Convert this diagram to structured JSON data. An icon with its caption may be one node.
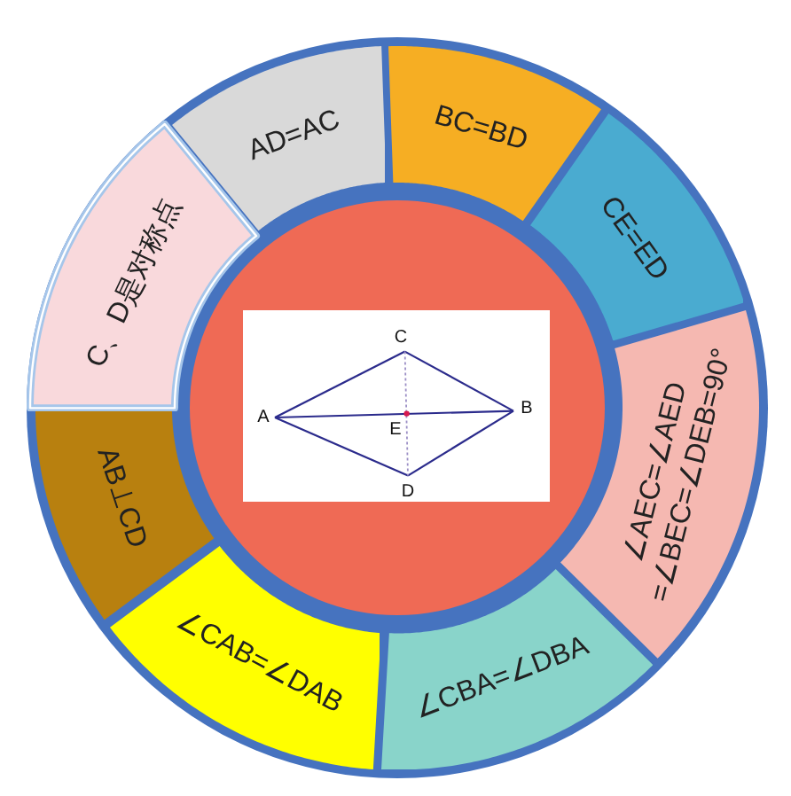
{
  "diagram": {
    "nodes": [
      {
        "text": [
          "AD=AC"
        ]
      },
      {
        "text": [
          "BC=BD"
        ]
      },
      {
        "text": [
          "CE=ED"
        ]
      },
      {
        "text": [
          "∠AEC=∠AED =∠BEC=∠DEB=90°"
        ]
      },
      {
        "text": [
          "∠CBA=∠DBA"
        ]
      },
      {
        "text": [
          "∠CAB=∠DAB"
        ]
      },
      {
        "text": [
          "AB⊥CD"
        ]
      },
      {
        "text": [
          "C、D是对称点"
        ]
      },
      {
        "text": [],
        "shape": "circle"
      },
      {
        "text": [],
        "shape": "picture",
        "in": 8
      }
    ],
    "labels": [
      "C",
      "A",
      "B",
      "E",
      "D"
    ]
  }
}
